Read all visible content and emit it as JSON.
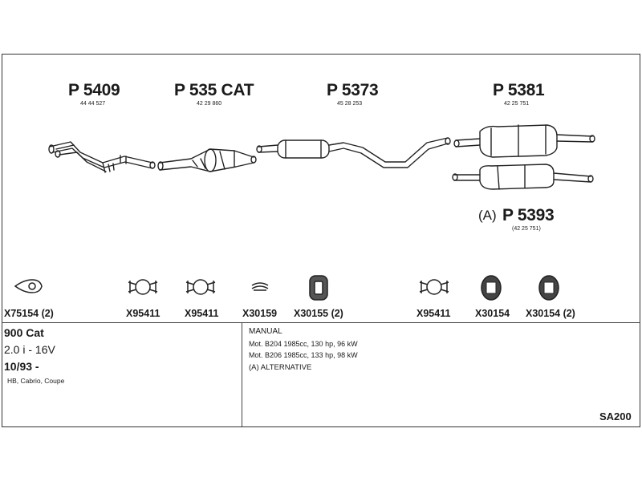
{
  "parts": [
    {
      "number": "P 5409",
      "ref": "44 44 527"
    },
    {
      "number": "P 535 CAT",
      "ref": "42 29 860"
    },
    {
      "number": "P 5373",
      "ref": "45 28 253"
    },
    {
      "number": "P 5381",
      "ref": "42 25 751"
    }
  ],
  "alternative_part": {
    "prefix": "(A)",
    "number": "P 5393",
    "ref": "(42 25 751)"
  },
  "accessories": [
    {
      "code": "X75154 (2)",
      "icon": "gasket-icon"
    },
    {
      "code": "X95411",
      "icon": "clamp-icon"
    },
    {
      "code": "X95411",
      "icon": "clamp-icon"
    },
    {
      "code": "X30159",
      "icon": "spring-clip-icon"
    },
    {
      "code": "X30155 (2)",
      "icon": "rubber-mount-icon"
    },
    {
      "code": "X95411",
      "icon": "clamp-icon"
    },
    {
      "code": "X30154",
      "icon": "rubber-ring-icon"
    },
    {
      "code": "X30154 (2)",
      "icon": "rubber-ring-icon"
    }
  ],
  "vehicle": {
    "model": "900 Cat",
    "engine": "2.0 i - 16V",
    "date": "10/93 -",
    "body": "HB, Cabrio, Coupe"
  },
  "notes": {
    "transmission": "MANUAL",
    "lines": [
      "Mot. B204 1985cc, 130 hp, 96 kW",
      "Mot. B206 1985cc, 133 hp, 98 kW",
      "(A) ALTERNATIVE"
    ]
  },
  "diagram_code": "SA200"
}
